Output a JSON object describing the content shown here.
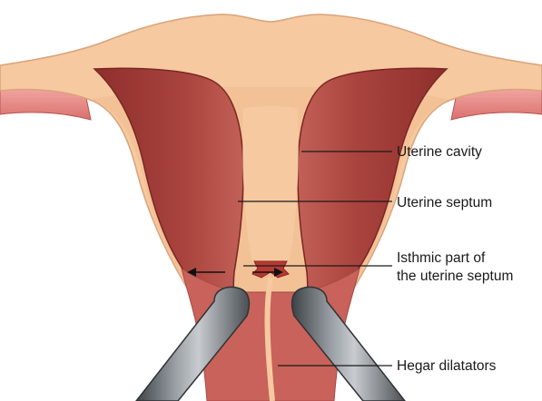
{
  "labels": {
    "uterine_cavity": "Uterine cavity",
    "uterine_septum": "Uterine septum",
    "isthmic_line1": "Isthmic part of",
    "isthmic_line2": "the uterine septum",
    "hegar_dilatators": "Hegar dilatators"
  },
  "colors": {
    "myometrium": "#f6c9a0",
    "cavity": "#a8403a",
    "endometrium": "#c9665a",
    "tube": "#e88a88",
    "dilator": "#6e7378",
    "leader": "#1a1a1a"
  }
}
